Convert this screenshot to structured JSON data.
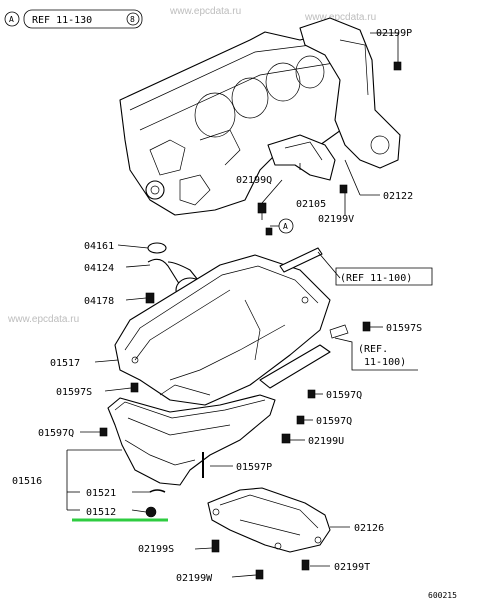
{
  "header": {
    "marker": "A",
    "ref_text": "REF 11-130",
    "ref_circle": "8"
  },
  "watermarks": [
    "www.epcdata.ru",
    "www.epcdata.ru",
    "www.epcdata.ru"
  ],
  "callout_marker": "A",
  "references": {
    "upper": "(REF 11-100)",
    "lower_line1": "(REF.",
    "lower_line2": "11-100)"
  },
  "labels": {
    "p02199P": "02199P",
    "p02122": "02122",
    "p02199Q_top": "02199Q",
    "p02105": "02105",
    "p02199V": "02199V",
    "p04161": "04161",
    "p04124": "04124",
    "p04178": "04178",
    "p01597S_right": "01597S",
    "p01517": "01517",
    "p01597S_left": "01597S",
    "p01597Q_r1": "01597Q",
    "p01597Q_r2": "01597Q",
    "p01597Q_left": "01597Q",
    "p02199U": "02199U",
    "p01516": "01516",
    "p01597P": "01597P",
    "p01521": "01521",
    "p01512": "01512",
    "p02126": "02126",
    "p02199S": "02199S",
    "p02199T": "02199T",
    "p02199W": "02199W"
  },
  "diagram_code": "600215",
  "highlight_color": "#2ecc40"
}
